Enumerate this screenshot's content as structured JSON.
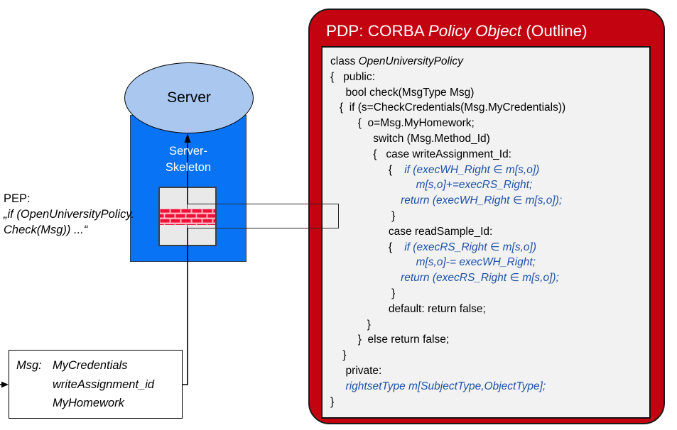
{
  "server": {
    "label": "Server",
    "skeleton_line1": "Server-",
    "skeleton_line2": "Skeleton"
  },
  "pep": {
    "label": "PEP:",
    "pseudocode_line1": "„if (OpenUniversityPolicy.",
    "pseudocode_line2": "Check(Msg)) ...“"
  },
  "msg_box": {
    "prefix": "Msg:",
    "items": [
      "MyCredentials",
      "writeAssignment_id",
      "MyHomework"
    ]
  },
  "pdp": {
    "title1": "PDP: CORBA ",
    "title2": "Policy Object",
    "title3": " (Outline)",
    "code_lines": [
      {
        "p": "class ",
        "m": "OpenUniversityPolicy",
        "s": "ki"
      },
      {
        "p": "",
        "m": "{   public:",
        "s": "k"
      },
      {
        "p": "",
        "m": "     bool check(MsgType Msg)",
        "s": "k"
      },
      {
        "p": "",
        "m": "   {  if (s=CheckCredentials(Msg.MyCredentials))",
        "s": "k"
      },
      {
        "p": "",
        "m": "         {  o=Msg.MyHomework;",
        "s": "k"
      },
      {
        "p": "",
        "m": "              switch (Msg.Method_Id)",
        "s": "k"
      },
      {
        "p": "",
        "m": "              {   case writeAssignment_Id:",
        "s": "k"
      },
      {
        "p": "                   {    ",
        "m": "if (execWH_Right ∈ m[s,o])",
        "s": "b"
      },
      {
        "p": "                            ",
        "m": "m[s,o]+=execRS_Right;",
        "s": "b"
      },
      {
        "p": "                       ",
        "m": "return (execWH_Right ∈ m[s,o]);",
        "s": "b"
      },
      {
        "p": "",
        "m": "                    }",
        "s": "k"
      },
      {
        "p": "",
        "m": "                   case readSample_Id:",
        "s": "k"
      },
      {
        "p": "                   {    ",
        "m": "if (execRS_Right ∈ m[s,o])",
        "s": "b"
      },
      {
        "p": "                            ",
        "m": "m[s,o]-= execWH_Right;",
        "s": "b"
      },
      {
        "p": "                       ",
        "m": "return (execRS_Right ∈ m[s,o]);",
        "s": "b"
      },
      {
        "p": "",
        "m": "                    }",
        "s": "k"
      },
      {
        "p": "",
        "m": "                   default: return false;",
        "s": "k"
      },
      {
        "p": "",
        "m": "            }",
        "s": "k"
      },
      {
        "p": "",
        "m": "         }  else return false;",
        "s": "k"
      },
      {
        "p": "",
        "m": "    }",
        "s": "k"
      },
      {
        "p": "",
        "m": "     private:",
        "s": "k"
      },
      {
        "p": "     ",
        "m": "rightsetType m[SubjectType,ObjectType];",
        "s": "b"
      },
      {
        "p": "",
        "m": "}",
        "s": "k"
      }
    ]
  },
  "colors": {
    "panel_red": "#c40310",
    "skeleton_blue": "#0873f4",
    "server_ellipse_blue": "#aac7f0",
    "code_blue": "#1e52a8",
    "brick_red": "#ee1238",
    "brick_mortar": "#ffb3c1",
    "code_box_gray": "#f2f2f2"
  }
}
